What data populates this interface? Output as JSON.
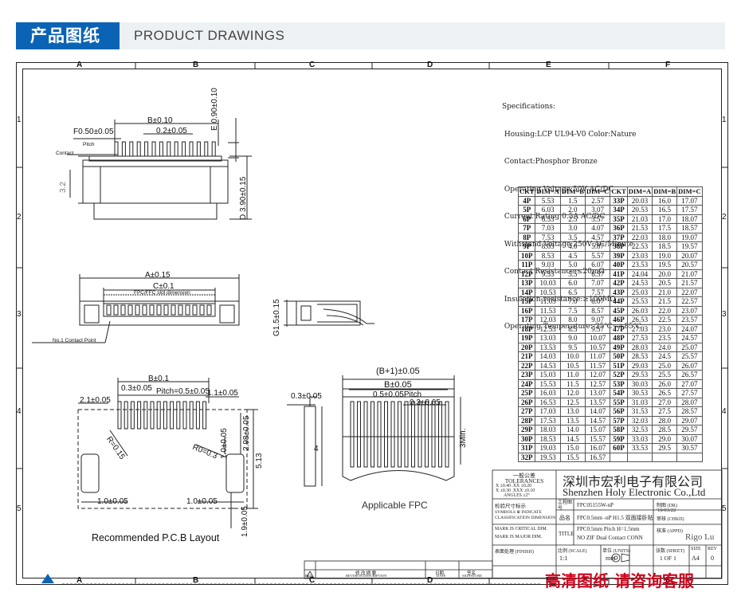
{
  "header": {
    "title_cn": "产品图纸",
    "title_en": "PRODUCT DRAWINGS"
  },
  "grid": {
    "columns": [
      "A",
      "B",
      "C",
      "D",
      "E",
      "F"
    ],
    "rows": [
      "1",
      "2",
      "3",
      "4",
      "5"
    ]
  },
  "specifications": [
    "Specifications:",
    " Housing:LCP UL94-V0 Color:Nature",
    " Contact:Phosphor Bronze",
    " Operating Voltage:50V AC/DC",
    " Current Rating:0.5A AC/DC",
    " Withstand Voltage:250V AC/Minute",
    " Contact Resistance:≤20mΩ",
    " Insulation resistance:≥100MΩ",
    " Operating Temperature:-25℃~+85℃"
  ],
  "dim_table": {
    "headers": [
      "CKT",
      "DIM=A",
      "DIM=B",
      "DIM=C",
      "CKT",
      "DIM=A",
      "DIM=B",
      "DIM=C"
    ],
    "rows": [
      [
        "4P",
        "5.53",
        "1.5",
        "2.57",
        "33P",
        "20.03",
        "16.0",
        "17.07"
      ],
      [
        "5P",
        "6.03",
        "2.0",
        "3.07",
        "34P",
        "20.53",
        "16.5",
        "17.57"
      ],
      [
        "6P",
        "6.53",
        "2.5",
        "3.57",
        "35P",
        "21.03",
        "17.0",
        "18.07"
      ],
      [
        "7P",
        "7.03",
        "3.0",
        "4.07",
        "36P",
        "21.53",
        "17.5",
        "18.57"
      ],
      [
        "8P",
        "7.53",
        "3.5",
        "4.57",
        "37P",
        "22.03",
        "18.0",
        "19.07"
      ],
      [
        "9P",
        "8.03",
        "4.0",
        "5.07",
        "38P",
        "22.53",
        "18.5",
        "19.57"
      ],
      [
        "10P",
        "8.53",
        "4.5",
        "5.57",
        "39P",
        "23.03",
        "19.0",
        "20.07"
      ],
      [
        "11P",
        "9.03",
        "5.0",
        "6.07",
        "40P",
        "23.53",
        "19.5",
        "20.57"
      ],
      [
        "12P",
        "9.53",
        "5.5",
        "6.57",
        "41P",
        "24.04",
        "20.0",
        "21.07"
      ],
      [
        "13P",
        "10.03",
        "6.0",
        "7.07",
        "42P",
        "24.53",
        "20.5",
        "21.57"
      ],
      [
        "14P",
        "10.53",
        "6.5",
        "7.57",
        "43P",
        "25.03",
        "21.0",
        "22.07"
      ],
      [
        "15P",
        "11.03",
        "7.0",
        "8.07",
        "44P",
        "25.53",
        "21.5",
        "22.57"
      ],
      [
        "16P",
        "11.53",
        "7.5",
        "8.57",
        "45P",
        "26.03",
        "22.0",
        "23.07"
      ],
      [
        "17P",
        "12.03",
        "8.0",
        "9.07",
        "46P",
        "26.53",
        "22.5",
        "23.57"
      ],
      [
        "18P",
        "12.53",
        "8.5",
        "9.57",
        "47P",
        "27.03",
        "23.0",
        "24.07"
      ],
      [
        "19P",
        "13.03",
        "9.0",
        "10.07",
        "48P",
        "27.53",
        "23.5",
        "24.57"
      ],
      [
        "20P",
        "13.53",
        "9.5",
        "10.57",
        "49P",
        "28.03",
        "24.0",
        "25.07"
      ],
      [
        "21P",
        "14.03",
        "10.0",
        "11.07",
        "50P",
        "28.53",
        "24.5",
        "25.57"
      ],
      [
        "22P",
        "14.53",
        "10.5",
        "11.57",
        "51P",
        "29.03",
        "25.0",
        "26.07"
      ],
      [
        "23P",
        "15.03",
        "11.0",
        "12.07",
        "52P",
        "29.53",
        "25.5",
        "26.57"
      ],
      [
        "24P",
        "15.53",
        "11.5",
        "12.57",
        "53P",
        "30.03",
        "26.0",
        "27.07"
      ],
      [
        "25P",
        "16.03",
        "12.0",
        "13.07",
        "54P",
        "30.53",
        "26.5",
        "27.57"
      ],
      [
        "26P",
        "16.53",
        "12.5",
        "13.57",
        "55P",
        "31.03",
        "27.0",
        "28.07"
      ],
      [
        "27P",
        "17.03",
        "13.0",
        "14.07",
        "56P",
        "31.53",
        "27.5",
        "28.57"
      ],
      [
        "28P",
        "17.53",
        "13.5",
        "14.57",
        "57P",
        "32.03",
        "28.0",
        "29.07"
      ],
      [
        "29P",
        "18.03",
        "14.0",
        "15.07",
        "58P",
        "32.53",
        "28.5",
        "29.57"
      ],
      [
        "30P",
        "18.53",
        "14.5",
        "15.57",
        "59P",
        "33.03",
        "29.0",
        "30.07"
      ],
      [
        "31P",
        "19.03",
        "15.0",
        "16.07",
        "60P",
        "33.53",
        "29.5",
        "30.57"
      ],
      [
        "32P",
        "19.53",
        "15.5",
        "16.57",
        "",
        "",
        "",
        ""
      ]
    ]
  },
  "drawing_labels": {
    "b_tol": "B±0.10",
    "f_tol": "F0.50±0.05",
    "pitch_tol": "0.2±0.05",
    "pitch": "Pitch",
    "contact": "Contact",
    "e_tol": "E 0.90±0.10",
    "d_tol": "D 3.90±0.15",
    "h32": "3.2",
    "a_tol": "A±0.15",
    "c_tol": "C±0.1",
    "fpc_slot": "FPC/FFC slot dimension",
    "no1_contact": "No.1 Contact Point",
    "g_tol": "G1.5±0.15",
    "pcb_b": "B±0.1",
    "pcb_03": "0.3±0.05",
    "pcb_pitch": "Pitch=0.5±0.05",
    "pcb_11": "1.1±0.05",
    "pcb_21": "2.1±0.05",
    "pcb_r": "R=0.15",
    "pcb_r0": "R0=0.3",
    "pcb_10a": "1.0±0.05",
    "pcb_298": "2.98±0.05",
    "pcb_513": "5.13",
    "pcb_10b": "1.0±0.05",
    "pcb_10c": "1.0±0.05",
    "pcb_19": "1.9±0.05",
    "pcb_caption": "Recommended  P.C.B  Layout",
    "fpc_b1": "(B+1)±0.05",
    "fpc_b": "B±0.05",
    "fpc_pitch": "0.5±0.05Pitch",
    "fpc_03a": "0.3±0.05",
    "fpc_03b": "0.3±0.05",
    "fpc_3min": "3Min.",
    "fpc_4": "4",
    "fpc_caption": "Applicable  FPC"
  },
  "title_block": {
    "company_cn": "深圳市宏利电子有限公司",
    "company_en": "Shenzhen Holy Electronic Co.,Ltd",
    "general_tol_cn": "一般公差",
    "tolerances": "TOLERANCES",
    "tol_line1": "X ±0.40   .XX ±0.20",
    "tol_line2": "X ±0.30   .XXX ±0.10",
    "tol_angles": "ANGLES     ±2°",
    "inspect_cn": "检验尺寸标示",
    "symbols": "SYMBOLS ⊕ INDICATE",
    "classification": "CLASSIFICATION DIMENSION",
    "mark_critical": "MARK IS CRITICAL DIM.",
    "mark_major": "MARK IS MAJOR DIM.",
    "surface": "表面处理 (FINISH)",
    "part_no_label": "工程图号",
    "part_no": "FPC05155W-nP",
    "name_label": "品名",
    "name_value": "FPC0.5mm -nP H1.5 双面接卧贴",
    "title_label": "TITLE",
    "title_line1": "FPC0.5mm Pitch H=1.5mm",
    "title_line2": "NO ZIF Dual Contact CONN",
    "scale_label": "比例 (SCALE)",
    "scale": "1:1",
    "unit_label": "单位 (UNITS)",
    "unit": "mm",
    "drawn_label": "制图 (DR)",
    "drawn_date": "'10/03/22",
    "checked_label": "审核 (CHKD)",
    "approved_label": "核准 (APPD)",
    "approved_by": "Rigo Lu",
    "sheet_label": "张数 (SHEET)",
    "sheet": "1 OF 1",
    "size_label": "SIZE",
    "size": "A4",
    "rev_label": "REV",
    "rev": "0",
    "rev_col1": "修 改 摘 要",
    "rev_col1_en": "REVISION DESCRIPTION",
    "rev_col2": "日期",
    "rev_col2_en": "DATE",
    "rev_col3": "签名",
    "rev_col3_en": "SIGNATURE",
    "rev_no": "REV"
  },
  "footer": {
    "cta": "高清图纸 请咨询客服"
  }
}
